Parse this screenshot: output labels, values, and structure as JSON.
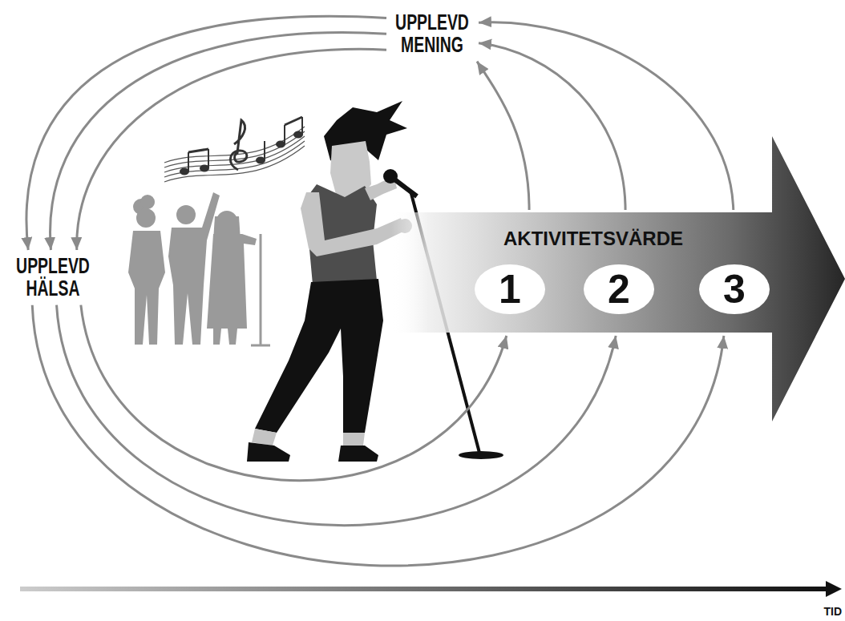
{
  "diagram": {
    "nodes": [
      {
        "text": [
          "UPPLEVD MENING"
        ]
      },
      {
        "text": [
          "UPPLEVD HÄLSA"
        ]
      },
      {
        "text": [
          "AKTIVITETSVÄRDE"
        ]
      },
      {
        "text": [
          "1"
        ],
        "in": 2
      },
      {
        "text": [
          "2"
        ],
        "in": 2
      },
      {
        "text": [
          "3"
        ],
        "in": 2
      }
    ],
    "edges": [
      {
        "from": 2,
        "to": 0,
        "arrow": "to"
      },
      {
        "from": 2,
        "to": 0,
        "arrow": "to"
      },
      {
        "from": 2,
        "to": 0,
        "arrow": "to"
      },
      {
        "from": 0,
        "to": 1,
        "arrow": "to"
      },
      {
        "from": 0,
        "to": 1,
        "arrow": "to"
      },
      {
        "from": 0,
        "to": 1,
        "arrow": "to"
      },
      {
        "from": 1,
        "to": 2,
        "arrow": "to"
      },
      {
        "from": 1,
        "to": 2,
        "arrow": "to"
      },
      {
        "from": 1,
        "to": 2,
        "arrow": "to"
      }
    ],
    "labels": [
      "TID"
    ]
  }
}
